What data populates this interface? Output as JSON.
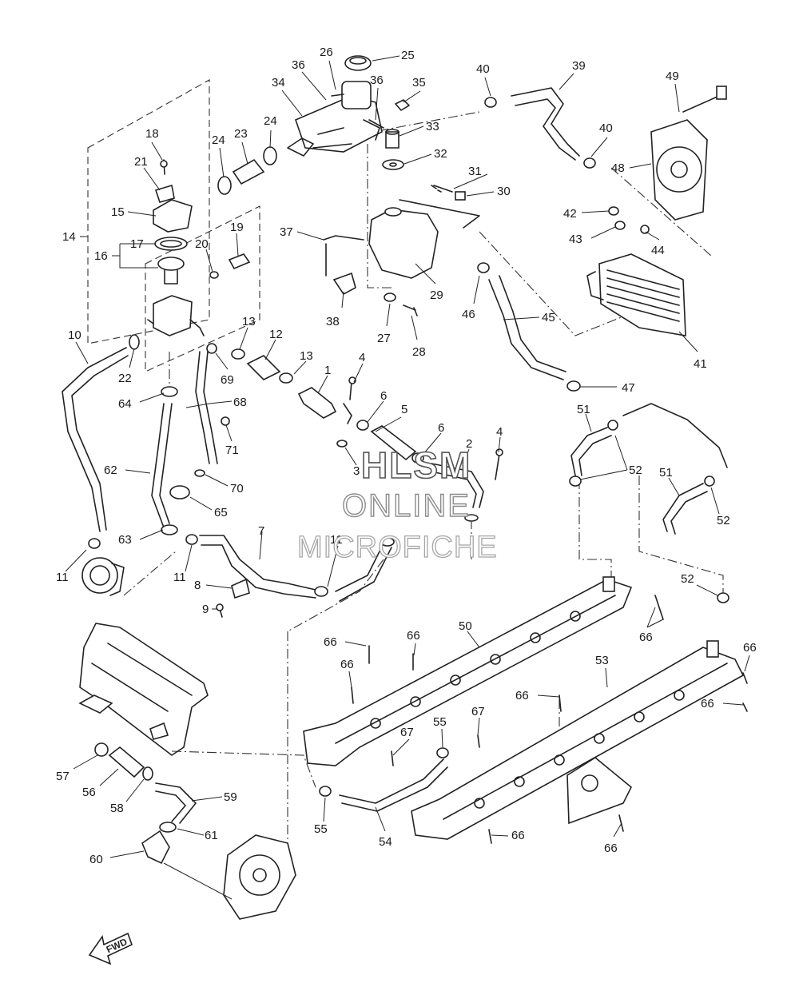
{
  "diagram": {
    "watermark": {
      "line1": "HLSM",
      "line2": "ONLINE",
      "line3": "MICROFICHE"
    },
    "fwd_arrow_text": "FWD",
    "labels": [
      {
        "id": "l25",
        "text": "25"
      },
      {
        "id": "l26",
        "text": "26"
      },
      {
        "id": "l36a",
        "text": "36"
      },
      {
        "id": "l34",
        "text": "34"
      },
      {
        "id": "l36b",
        "text": "36"
      },
      {
        "id": "l35",
        "text": "35"
      },
      {
        "id": "l40a",
        "text": "40"
      },
      {
        "id": "l39",
        "text": "39"
      },
      {
        "id": "l49",
        "text": "49"
      },
      {
        "id": "l18",
        "text": "18"
      },
      {
        "id": "l24a",
        "text": "24"
      },
      {
        "id": "l23",
        "text": "23"
      },
      {
        "id": "l24b",
        "text": "24"
      },
      {
        "id": "l33",
        "text": "33"
      },
      {
        "id": "l32",
        "text": "32"
      },
      {
        "id": "l40b",
        "text": "40"
      },
      {
        "id": "l48",
        "text": "48"
      },
      {
        "id": "l21",
        "text": "21"
      },
      {
        "id": "l31",
        "text": "31"
      },
      {
        "id": "l30",
        "text": "30"
      },
      {
        "id": "l15",
        "text": "15"
      },
      {
        "id": "l42",
        "text": "42"
      },
      {
        "id": "l14",
        "text": "14"
      },
      {
        "id": "l17",
        "text": "17"
      },
      {
        "id": "l19",
        "text": "19"
      },
      {
        "id": "l37",
        "text": "37"
      },
      {
        "id": "l43",
        "text": "43"
      },
      {
        "id": "l44",
        "text": "44"
      },
      {
        "id": "l16",
        "text": "16"
      },
      {
        "id": "l20",
        "text": "20"
      },
      {
        "id": "l29",
        "text": "29"
      },
      {
        "id": "l46",
        "text": "46"
      },
      {
        "id": "l38",
        "text": "38"
      },
      {
        "id": "l45",
        "text": "45"
      },
      {
        "id": "l27",
        "text": "27"
      },
      {
        "id": "l28",
        "text": "28"
      },
      {
        "id": "l10",
        "text": "10"
      },
      {
        "id": "l13a",
        "text": "13"
      },
      {
        "id": "l12",
        "text": "12"
      },
      {
        "id": "l41",
        "text": "41"
      },
      {
        "id": "l22",
        "text": "22"
      },
      {
        "id": "l69",
        "text": "69"
      },
      {
        "id": "l13b",
        "text": "13"
      },
      {
        "id": "l4a",
        "text": "4"
      },
      {
        "id": "l1",
        "text": "1"
      },
      {
        "id": "l47",
        "text": "47"
      },
      {
        "id": "l64",
        "text": "64"
      },
      {
        "id": "l68",
        "text": "68"
      },
      {
        "id": "l6a",
        "text": "6"
      },
      {
        "id": "l5",
        "text": "5"
      },
      {
        "id": "l51a",
        "text": "51"
      },
      {
        "id": "l71",
        "text": "71"
      },
      {
        "id": "l6b",
        "text": "6"
      },
      {
        "id": "l2",
        "text": "2"
      },
      {
        "id": "l4b",
        "text": "4"
      },
      {
        "id": "l3",
        "text": "3"
      },
      {
        "id": "l62",
        "text": "62"
      },
      {
        "id": "l52a",
        "text": "52"
      },
      {
        "id": "l51b",
        "text": "51"
      },
      {
        "id": "l70",
        "text": "70"
      },
      {
        "id": "l65",
        "text": "65"
      },
      {
        "id": "l52b",
        "text": "52"
      },
      {
        "id": "l7",
        "text": "7"
      },
      {
        "id": "l63",
        "text": "63"
      },
      {
        "id": "l11a",
        "text": "11"
      },
      {
        "id": "l11b",
        "text": "11"
      },
      {
        "id": "l11c",
        "text": "11"
      },
      {
        "id": "l8",
        "text": "8"
      },
      {
        "id": "l52c",
        "text": "52"
      },
      {
        "id": "l9",
        "text": "9"
      },
      {
        "id": "l50",
        "text": "50"
      },
      {
        "id": "l66a",
        "text": "66"
      },
      {
        "id": "l66b",
        "text": "66"
      },
      {
        "id": "l66c",
        "text": "66"
      },
      {
        "id": "l66d",
        "text": "66"
      },
      {
        "id": "l66e",
        "text": "66"
      },
      {
        "id": "l53",
        "text": "53"
      },
      {
        "id": "l66f",
        "text": "66"
      },
      {
        "id": "l66g",
        "text": "66"
      },
      {
        "id": "l55a",
        "text": "55"
      },
      {
        "id": "l67a",
        "text": "67"
      },
      {
        "id": "l67b",
        "text": "67"
      },
      {
        "id": "l57",
        "text": "57"
      },
      {
        "id": "l56",
        "text": "56"
      },
      {
        "id": "l59",
        "text": "59"
      },
      {
        "id": "l58",
        "text": "58"
      },
      {
        "id": "l55b",
        "text": "55"
      },
      {
        "id": "l54",
        "text": "54"
      },
      {
        "id": "l66h",
        "text": "66"
      },
      {
        "id": "l61",
        "text": "61"
      },
      {
        "id": "l66i",
        "text": "66"
      },
      {
        "id": "l60",
        "text": "60"
      }
    ]
  }
}
